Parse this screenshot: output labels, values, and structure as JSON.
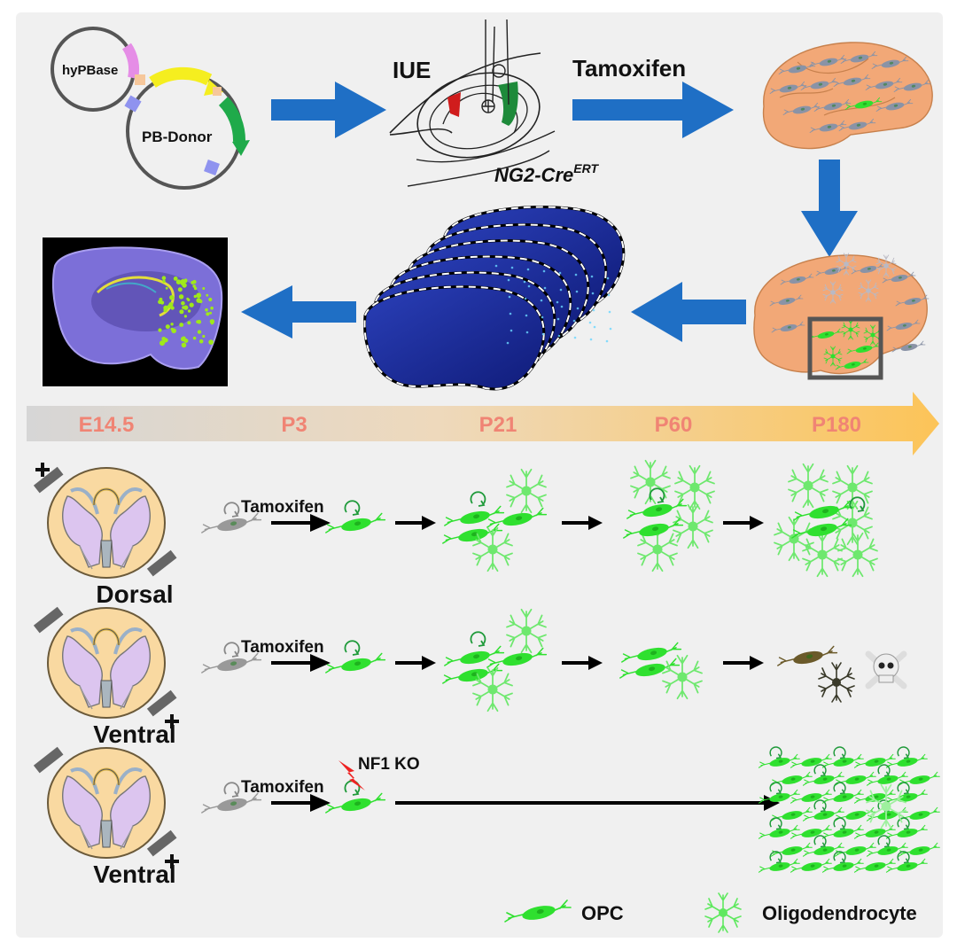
{
  "top_row": {
    "plasmid_helper": "hyPBase",
    "plasmid_donor": "PB-Donor",
    "iue_label": "IUE",
    "mouse_line": "NG2-Cre",
    "mouse_line_superscript": "ERT",
    "induction_label": "Tamoxifen"
  },
  "timeline": {
    "points": [
      "E14.5",
      "P3",
      "P21",
      "P60",
      "P180"
    ],
    "gradient_start": "#d6d6d6",
    "gradient_end": "#fcc458",
    "label_color": "#f08474"
  },
  "conditions": [
    {
      "region": "Dorsal",
      "plus_side": "dorsal",
      "treatment": "Tamoxifen",
      "extra_label": ""
    },
    {
      "region": "Ventral",
      "plus_side": "ventral",
      "treatment": "Tamoxifen",
      "extra_label": ""
    },
    {
      "region": "Ventral",
      "plus_side": "ventral",
      "treatment": "Tamoxifen",
      "extra_label": "NF1 KO"
    }
  ],
  "legend": {
    "opc": "OPC",
    "oligodendrocyte": "Oligodendrocyte"
  },
  "colors": {
    "process_arrow": "#1f6fc5",
    "brain": "#f2a877",
    "labeled_cell": "#2fe02f",
    "unlabeled_cell": "#999999",
    "dying_cell": "#6b5a2a",
    "ko_bolt": "#ee2222",
    "slice_blue": "#1c2f9c",
    "reconstruction_bg": "#000000"
  },
  "icons": [
    "plasmid-icon",
    "electroporation-icon",
    "brain-icon",
    "brain-slices-icon",
    "3d-reconstruction-icon",
    "spinal-cord-icon",
    "opc-icon",
    "oligodendrocyte-icon",
    "skull-icon",
    "lightning-icon"
  ]
}
